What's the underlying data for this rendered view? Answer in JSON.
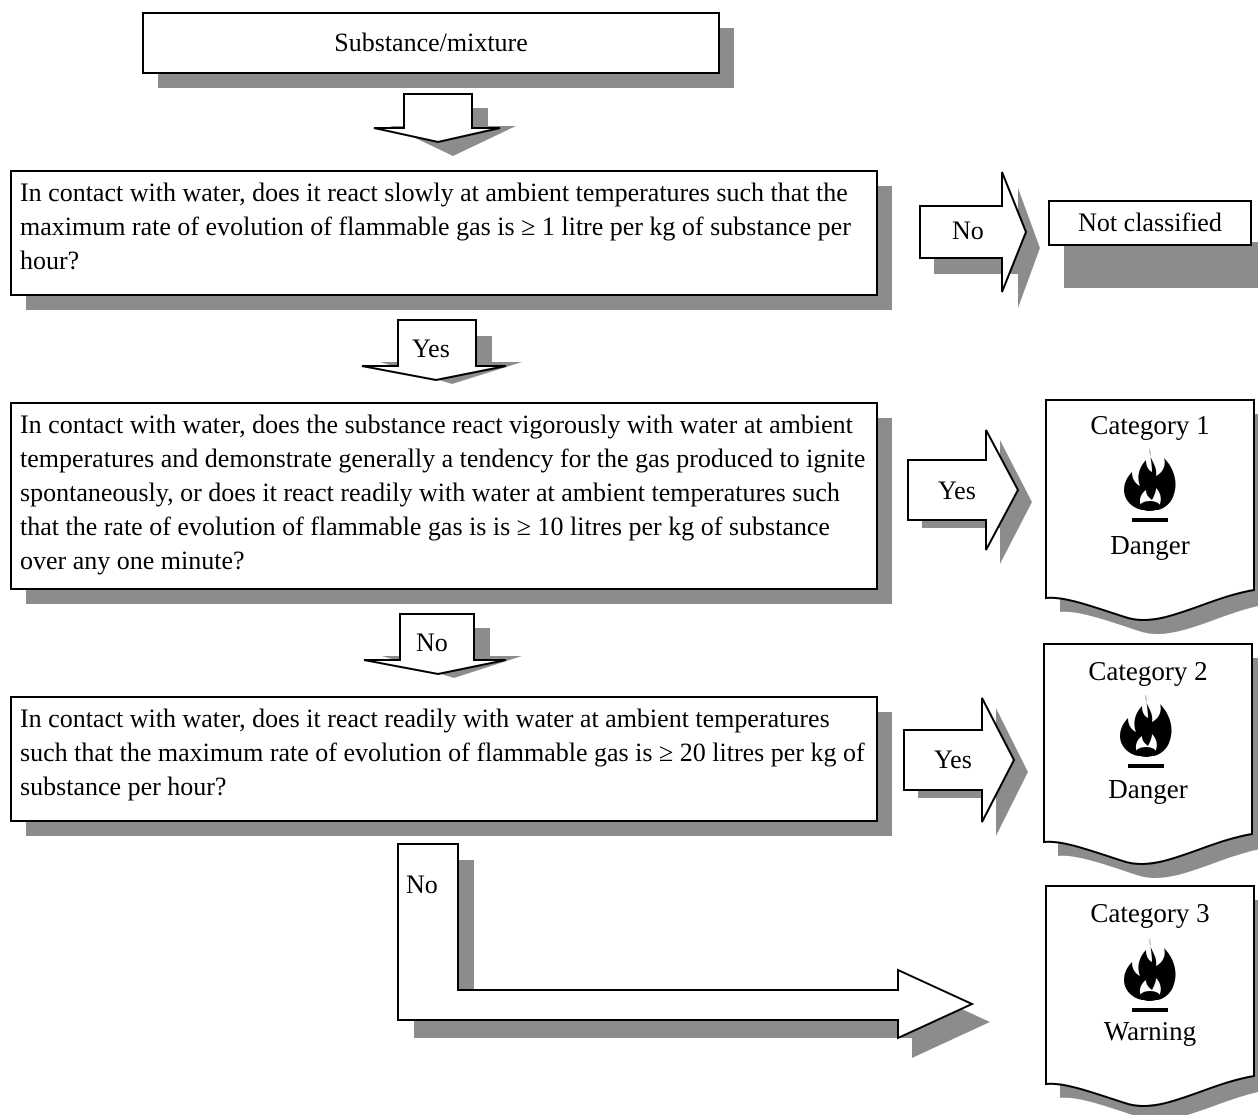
{
  "start": {
    "label": "Substance/mixture"
  },
  "questions": [
    {
      "text": "In contact with water, does it react slowly at ambient temperatures such that the maximum rate of evolution of flammable gas is ≥ 1 litre per kg of substance per hour?"
    },
    {
      "text": "In contact with water, does the substance react vigorously with water at ambient temperatures and demonstrate generally a tendency for the gas produced to ignite spontaneously, or does it react readily with water at ambient temperatures such that the rate of evolution of flammable gas is is ≥ 10 litres per kg of substance over any one minute?"
    },
    {
      "text": "In contact with water, does it react readily with water at ambient temperatures such that the maximum rate of evolution of flammable gas is ≥ 20 litres per kg of substance per hour?"
    }
  ],
  "arrows": {
    "q1_no": "No",
    "q1_yes": "Yes",
    "q2_yes": "Yes",
    "q2_no": "No",
    "q3_yes": "Yes",
    "q3_no": "No"
  },
  "outcomes": {
    "not_classified": "Not classified",
    "cat1": {
      "title": "Category 1",
      "signal": "Danger",
      "icon": "flame-pictogram-icon"
    },
    "cat2": {
      "title": "Category 2",
      "signal": "Danger",
      "icon": "flame-pictogram-icon"
    },
    "cat3": {
      "title": "Category 3",
      "signal": "Warning",
      "icon": "flame-pictogram-icon"
    }
  },
  "colors": {
    "shadow": "#8c8c8c",
    "stroke": "#000000",
    "fill": "#ffffff"
  }
}
